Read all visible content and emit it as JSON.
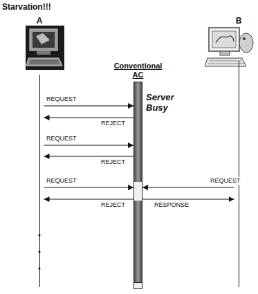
{
  "diagram": {
    "title": "Starvation!!!",
    "nodes": [
      {
        "text": [
          "A"
        ]
      },
      {
        "text": [
          "Conventional AC"
        ]
      },
      {
        "text": [
          "B"
        ]
      }
    ],
    "edges": [
      {
        "from": 0,
        "to": 1,
        "label": "REQUEST",
        "arrow": "to"
      },
      {
        "from": 1,
        "to": 0,
        "label": "REJECT",
        "arrow": "to"
      },
      {
        "from": 0,
        "to": 1,
        "label": "REQUEST",
        "arrow": "to"
      },
      {
        "from": 1,
        "to": 0,
        "label": "REJECT",
        "arrow": "to"
      },
      {
        "from": 0,
        "to": 1,
        "label": "REQUEST",
        "arrow": "to"
      },
      {
        "from": 2,
        "to": 1,
        "label": "REQUEST",
        "arrow": "to"
      },
      {
        "from": 1,
        "to": 0,
        "label": "REJECT",
        "arrow": "to"
      },
      {
        "from": 1,
        "to": 2,
        "label": "RESPONSE",
        "arrow": "to"
      }
    ],
    "labels": [
      "Server Busy"
    ]
  }
}
